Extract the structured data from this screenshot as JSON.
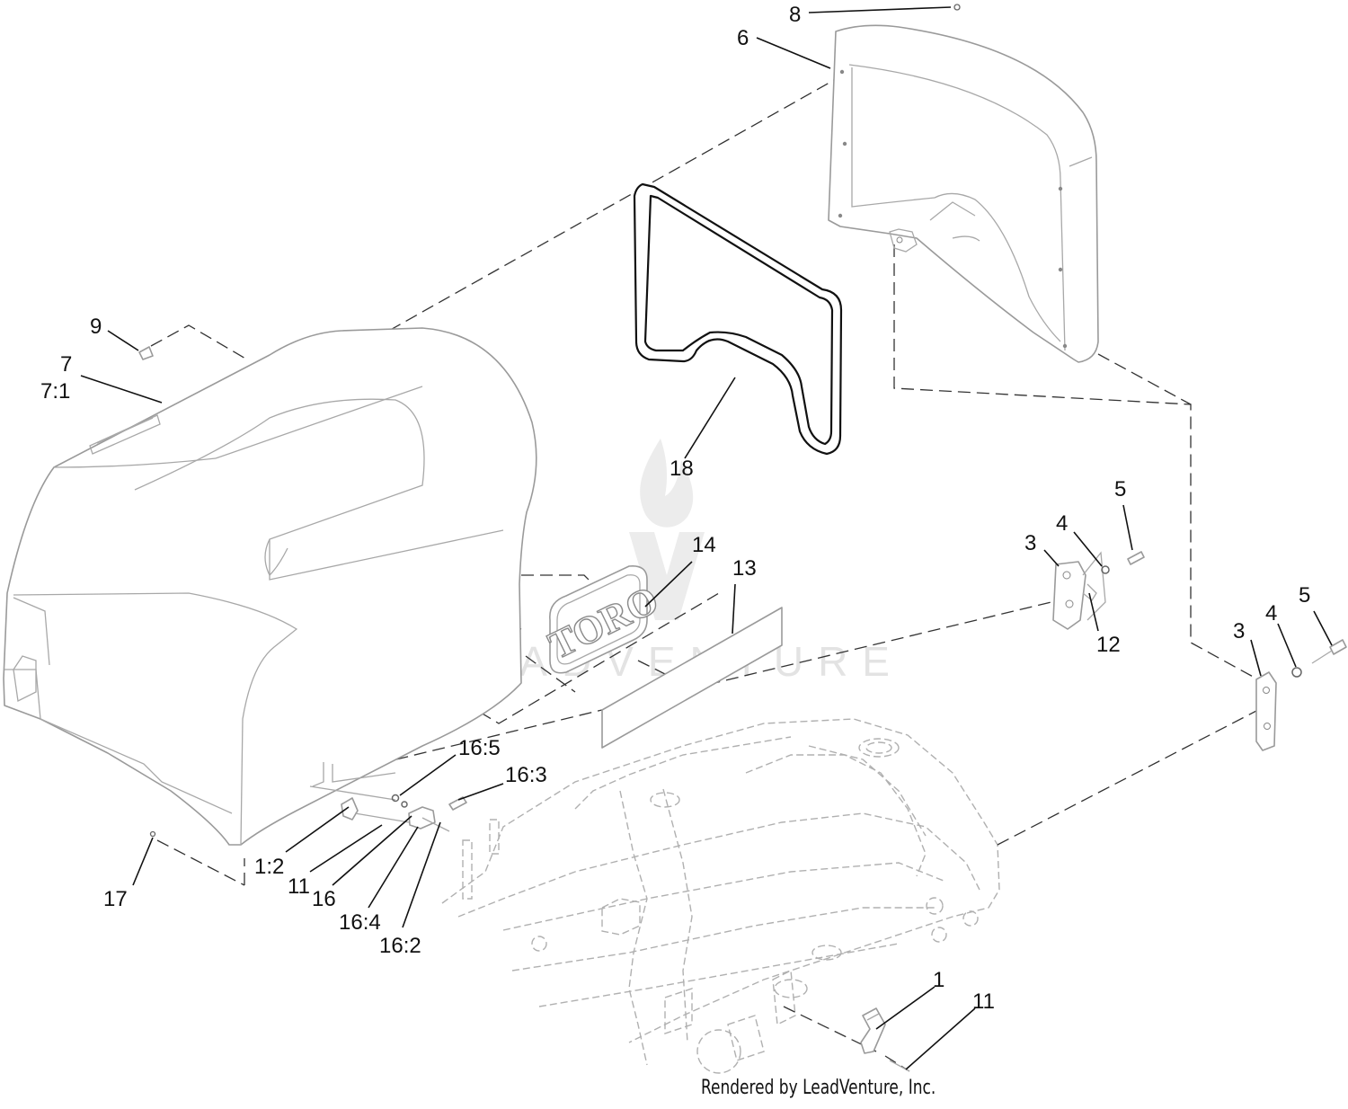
{
  "diagram": {
    "callouts": [
      {
        "id": "c8",
        "text": "8"
      },
      {
        "id": "c6",
        "text": "6"
      },
      {
        "id": "c9",
        "text": "9"
      },
      {
        "id": "c7",
        "text": "7"
      },
      {
        "id": "c7-1",
        "text": "7:1"
      },
      {
        "id": "c18",
        "text": "18"
      },
      {
        "id": "c14",
        "text": "14"
      },
      {
        "id": "c13",
        "text": "13"
      },
      {
        "id": "c3a",
        "text": "3"
      },
      {
        "id": "c4a",
        "text": "4"
      },
      {
        "id": "c5a",
        "text": "5"
      },
      {
        "id": "c12",
        "text": "12"
      },
      {
        "id": "c3b",
        "text": "3"
      },
      {
        "id": "c4b",
        "text": "4"
      },
      {
        "id": "c5b",
        "text": "5"
      },
      {
        "id": "c16-5",
        "text": "16:5"
      },
      {
        "id": "c16-3",
        "text": "16:3"
      },
      {
        "id": "c1-2",
        "text": "1:2"
      },
      {
        "id": "c11a",
        "text": "11"
      },
      {
        "id": "c16",
        "text": "16"
      },
      {
        "id": "c16-4",
        "text": "16:4"
      },
      {
        "id": "c16-2",
        "text": "16:2"
      },
      {
        "id": "c17",
        "text": "17"
      },
      {
        "id": "c1",
        "text": "1"
      },
      {
        "id": "c11b",
        "text": "11"
      }
    ],
    "hood_logo": "TORO",
    "watermark": "LEADVENTURE",
    "credit": "Rendered by LeadVenture, Inc."
  }
}
